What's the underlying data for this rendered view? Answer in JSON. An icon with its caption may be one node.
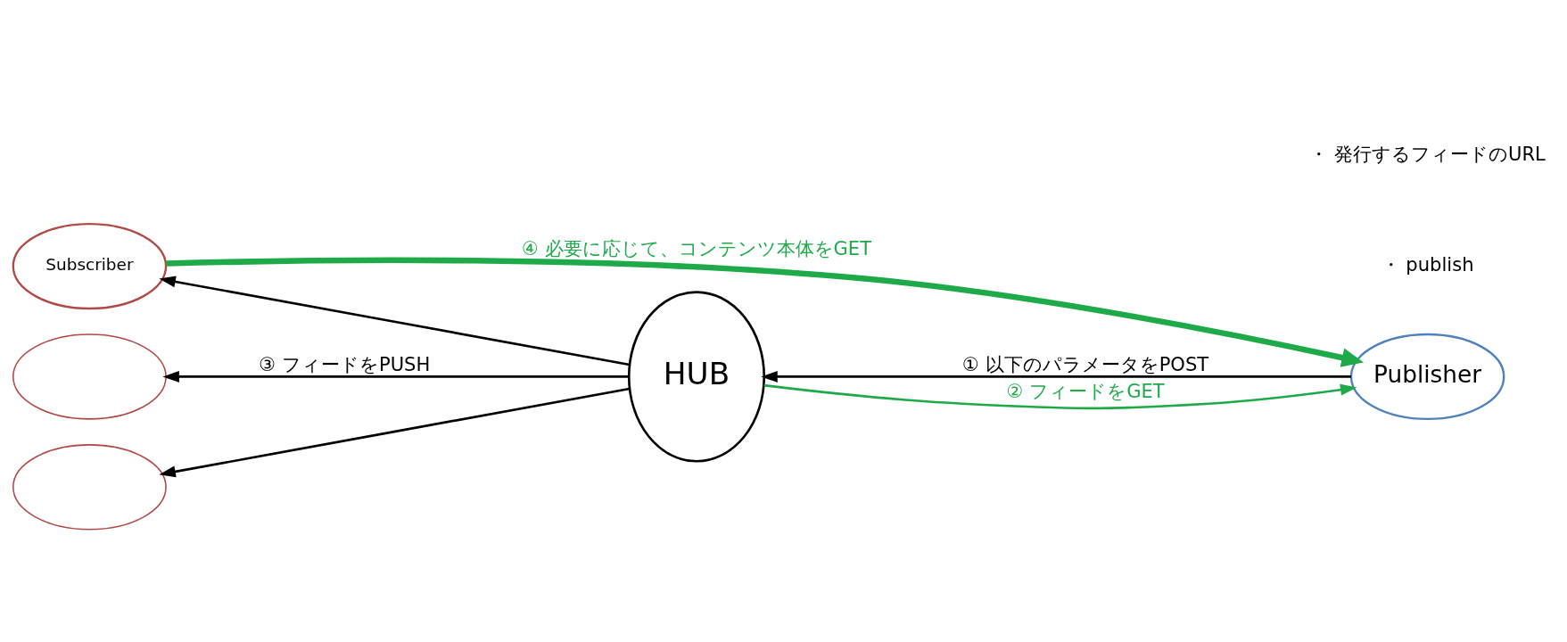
{
  "diagram": {
    "nodes": [
      {
        "text": [],
        "shape": "ellipse"
      },
      {
        "text": [],
        "shape": "ellipse"
      },
      {
        "text": [
          "Subscriber"
        ]
      },
      {
        "text": [
          "HUB"
        ]
      },
      {
        "text": [
          "Publisher"
        ]
      }
    ],
    "edges": [
      {
        "from": 4,
        "to": 3,
        "arrow": "to",
        "label": "① 以下のパラメータをPOST"
      },
      {
        "from": 3,
        "to": 4,
        "arrow": "to",
        "label": "② フィードをGET",
        "color": "#1faa4a"
      },
      {
        "from": 3,
        "to": 0,
        "arrow": "to",
        "label": "③ フィードをPUSH"
      },
      {
        "from": 3,
        "to": 1,
        "arrow": "to"
      },
      {
        "from": 3,
        "to": 2,
        "arrow": "to"
      },
      {
        "from": 2,
        "to": 4,
        "arrow": "to",
        "label": "④ 必要に応じて、コンテンツ本体をGET",
        "style": "thick",
        "color": "#1faa4a"
      }
    ],
    "labels": [
      "・ publish",
      "・ 発行するフィードのURL"
    ]
  }
}
